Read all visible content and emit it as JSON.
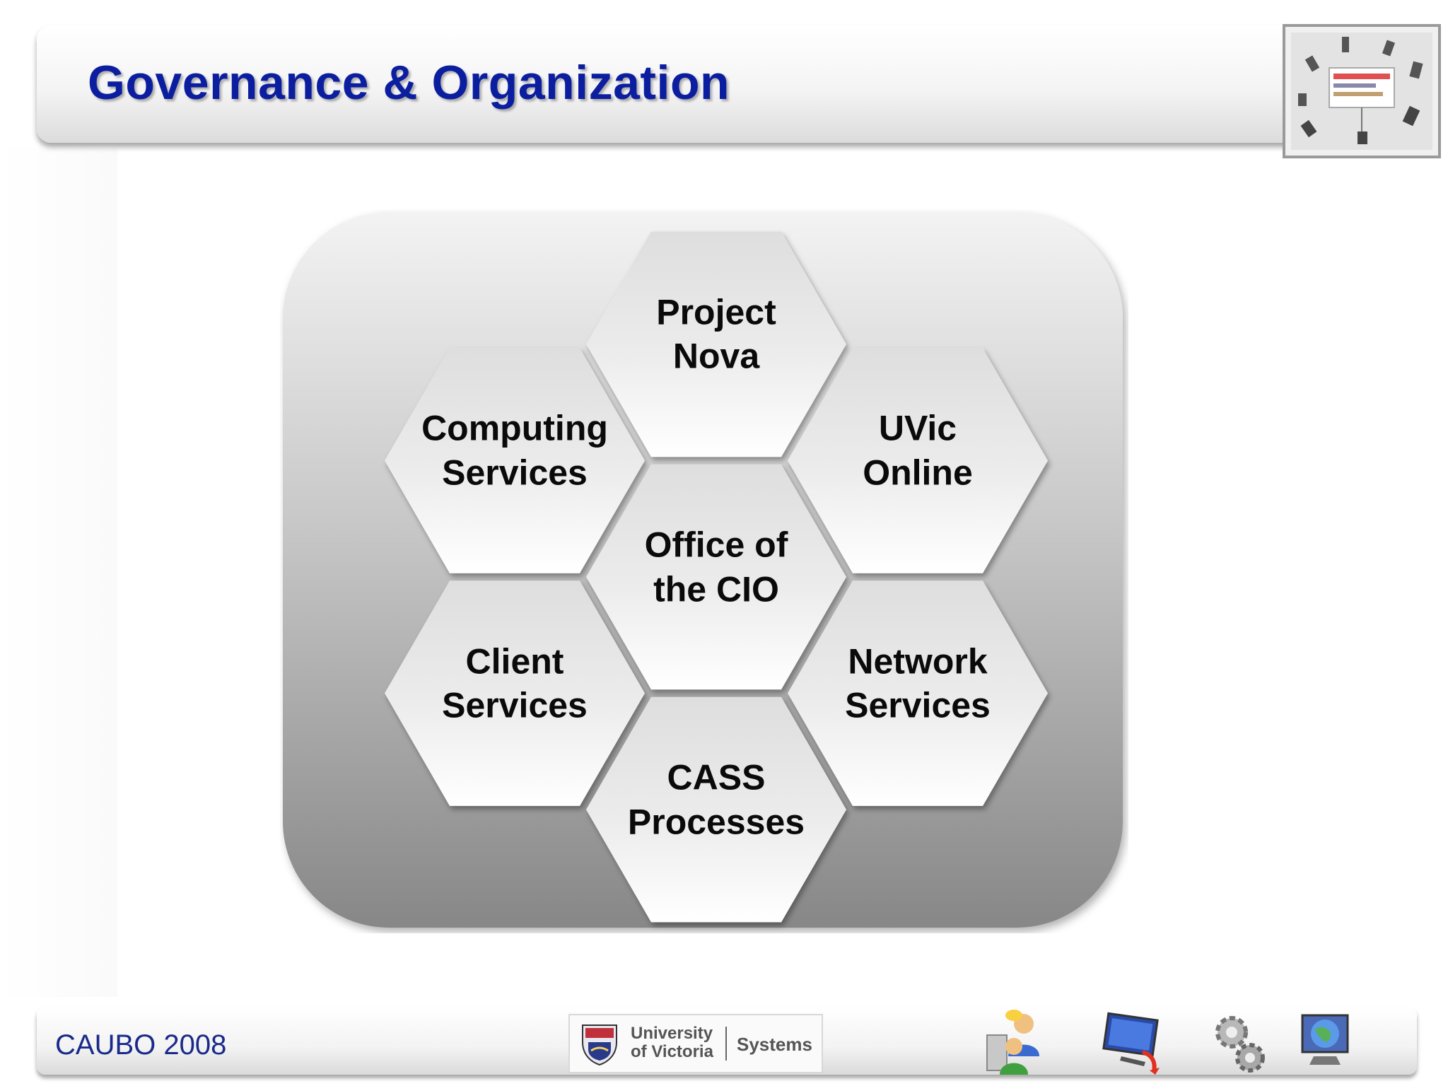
{
  "header": {
    "title": "Governance & Organization"
  },
  "footer": {
    "text": "CAUBO 2008",
    "logo": {
      "line1": "University",
      "line2": "of Victoria",
      "unit": "Systems"
    },
    "icons": [
      "people-icon",
      "computer-icon",
      "gears-icon",
      "globe-monitor-icon"
    ]
  },
  "diagram": {
    "hexagons": [
      {
        "id": "project-nova",
        "label": "Project Nova",
        "lines": [
          "Project",
          "Nova"
        ]
      },
      {
        "id": "computing-services",
        "label": "Computing Services",
        "lines": [
          "Computing",
          "Services"
        ]
      },
      {
        "id": "uvic-online",
        "label": "UVic Online",
        "lines": [
          "UVic",
          "Online"
        ]
      },
      {
        "id": "office-of-the-cio",
        "label": "Office of the CIO",
        "lines": [
          "Office of",
          "the CIO"
        ]
      },
      {
        "id": "client-services",
        "label": "Client Services",
        "lines": [
          "Client",
          "Services"
        ]
      },
      {
        "id": "network-services",
        "label": "Network Services",
        "lines": [
          "Network",
          "Services"
        ]
      },
      {
        "id": "cass-processes",
        "label": "CASS Processes",
        "lines": [
          "CASS",
          "Processes"
        ]
      }
    ]
  },
  "colors": {
    "title": "#0c1ea0",
    "footer_text": "#1a2a8a",
    "panel_top": "#f2f2f2",
    "panel_bottom": "#8a8a8a"
  }
}
